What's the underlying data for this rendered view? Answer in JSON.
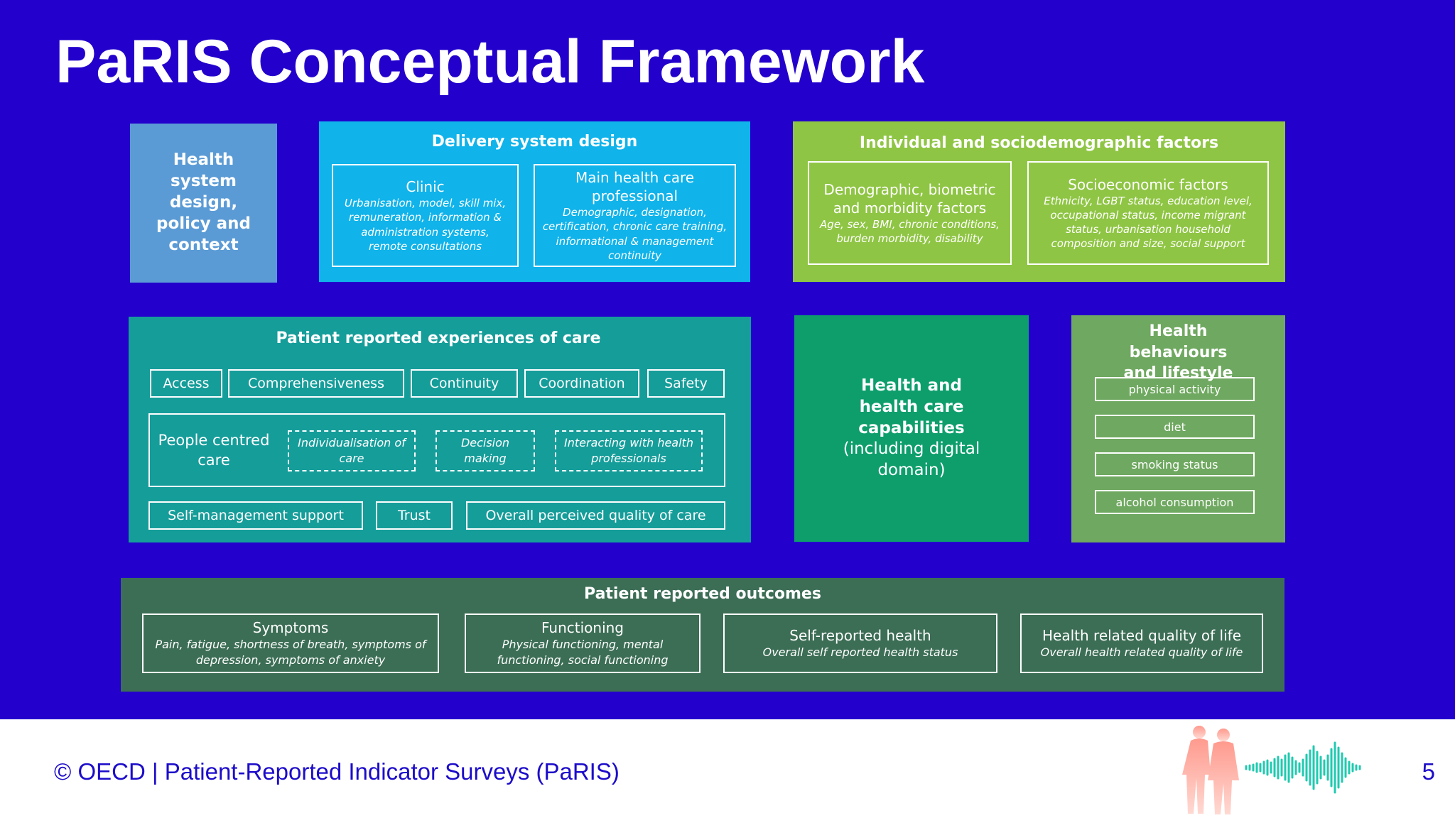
{
  "slide": {
    "title": "PaRIS Conceptual Framework",
    "background_color": "#2300cc"
  },
  "health_system": {
    "label": "Health system design, policy and context",
    "color": "#5b9bd5"
  },
  "delivery": {
    "title": "Delivery system design",
    "color": "#10b3ea",
    "clinic": {
      "title": "Clinic",
      "detail": "Urbanisation, model, skill mix, remuneration, information & administration systems, remote consultations"
    },
    "professional": {
      "title": "Main health care professional",
      "detail": "Demographic, designation, certification, chronic care training, informational & management continuity"
    }
  },
  "individual": {
    "title": "Individual and sociodemographic factors",
    "color": "#8fc544",
    "demographic": {
      "title": "Demographic, biometric and morbidity factors",
      "detail": "Age, sex, BMI, chronic conditions, burden morbidity, disability"
    },
    "socioeconomic": {
      "title": "Socioeconomic factors",
      "detail": "Ethnicity, LGBT status, education level, occupational status, income migrant status, urbanisation household composition and size, social support"
    }
  },
  "experiences": {
    "title": "Patient reported experiences of care",
    "color": "#159d9a",
    "dimensions": [
      "Access",
      "Comprehensiveness",
      "Continuity",
      "Coordination",
      "Safety"
    ],
    "people_centred": {
      "label": "People centred care",
      "items": [
        "Individualisation of care",
        "Decision making",
        "Interacting with health professionals"
      ]
    },
    "bottom": [
      "Self-management support",
      "Trust",
      "Overall perceived quality  of care"
    ]
  },
  "capabilities": {
    "title": "Health and health care capabilities",
    "subtitle": "(including digital domain)",
    "color": "#0d9e6c"
  },
  "behaviours": {
    "title": "Health behaviours and lifestyle",
    "color": "#6fa860",
    "items": [
      "physical activity",
      "diet",
      "smoking status",
      "alcohol consumption"
    ]
  },
  "outcomes": {
    "title": "Patient reported outcomes",
    "color": "#3c6e55",
    "items": [
      {
        "title": "Symptoms",
        "detail": "Pain, fatigue, shortness of breath, symptoms of depression, symptoms of anxiety"
      },
      {
        "title": "Functioning",
        "detail": "Physical functioning, mental functioning, social functioning"
      },
      {
        "title": "Self-reported health",
        "detail": "Overall self reported health status"
      },
      {
        "title": "Health related quality of life",
        "detail": "Overall health related quality of life"
      }
    ]
  },
  "footer": {
    "text": "© OECD | Patient-Reported Indicator Surveys (PaRIS)",
    "page_number": "5",
    "logo_icon": "paris-logo-people-soundwave-icon",
    "text_color": "#1c0cc9"
  }
}
